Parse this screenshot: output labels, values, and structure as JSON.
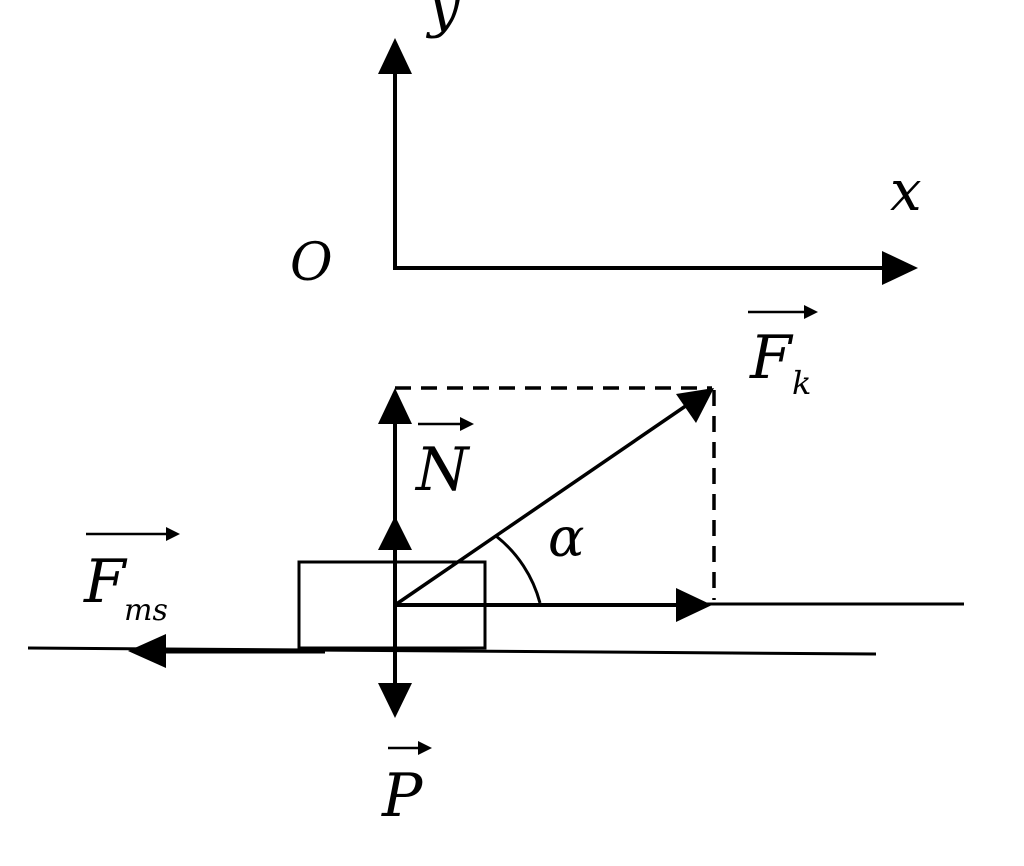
{
  "axes": {
    "origin_label": "O",
    "x_label": "x",
    "y_label": "y"
  },
  "forces": {
    "applied": {
      "symbol": "F",
      "subscript": "k"
    },
    "normal": {
      "symbol": "N"
    },
    "friction": {
      "symbol": "F",
      "subscript": "ms"
    },
    "weight": {
      "symbol": "P"
    }
  },
  "angle_label": "α",
  "colors": {
    "ink": "#000000",
    "background": "#ffffff"
  }
}
